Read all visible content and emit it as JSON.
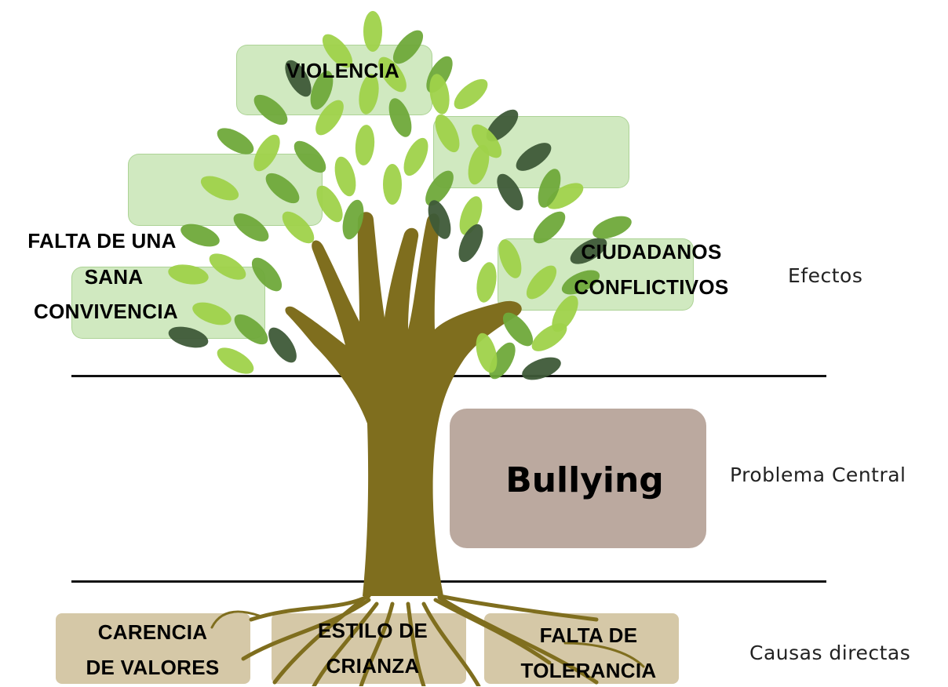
{
  "effects": {
    "violencia": "VIOLENCIA",
    "falta_convivencia": [
      "FALTA DE UNA",
      "SANA",
      "CONVIVENCIA"
    ],
    "ciudadanos": [
      "CIUDADANOS",
      "CONFLICTIVOS"
    ]
  },
  "central": {
    "label": "Bullying"
  },
  "causes": {
    "carencia": [
      "CARENCIA",
      "DE VALORES"
    ],
    "estilo": [
      "ESTILO DE",
      "CRIANZA"
    ],
    "tolerancia": [
      "FALTA DE",
      "TOLERANCIA"
    ]
  },
  "levels": {
    "efectos": "Efectos",
    "problema": "Problema Central",
    "causas": "Causas directas"
  },
  "colors": {
    "trunk": "#7f6e1e",
    "leaf_light": "#9fd24a",
    "leaf_mid": "#6fa93a",
    "leaf_dark": "#3e5a38",
    "central_box": "#bba99f",
    "cause_box": "#c9b98f"
  }
}
